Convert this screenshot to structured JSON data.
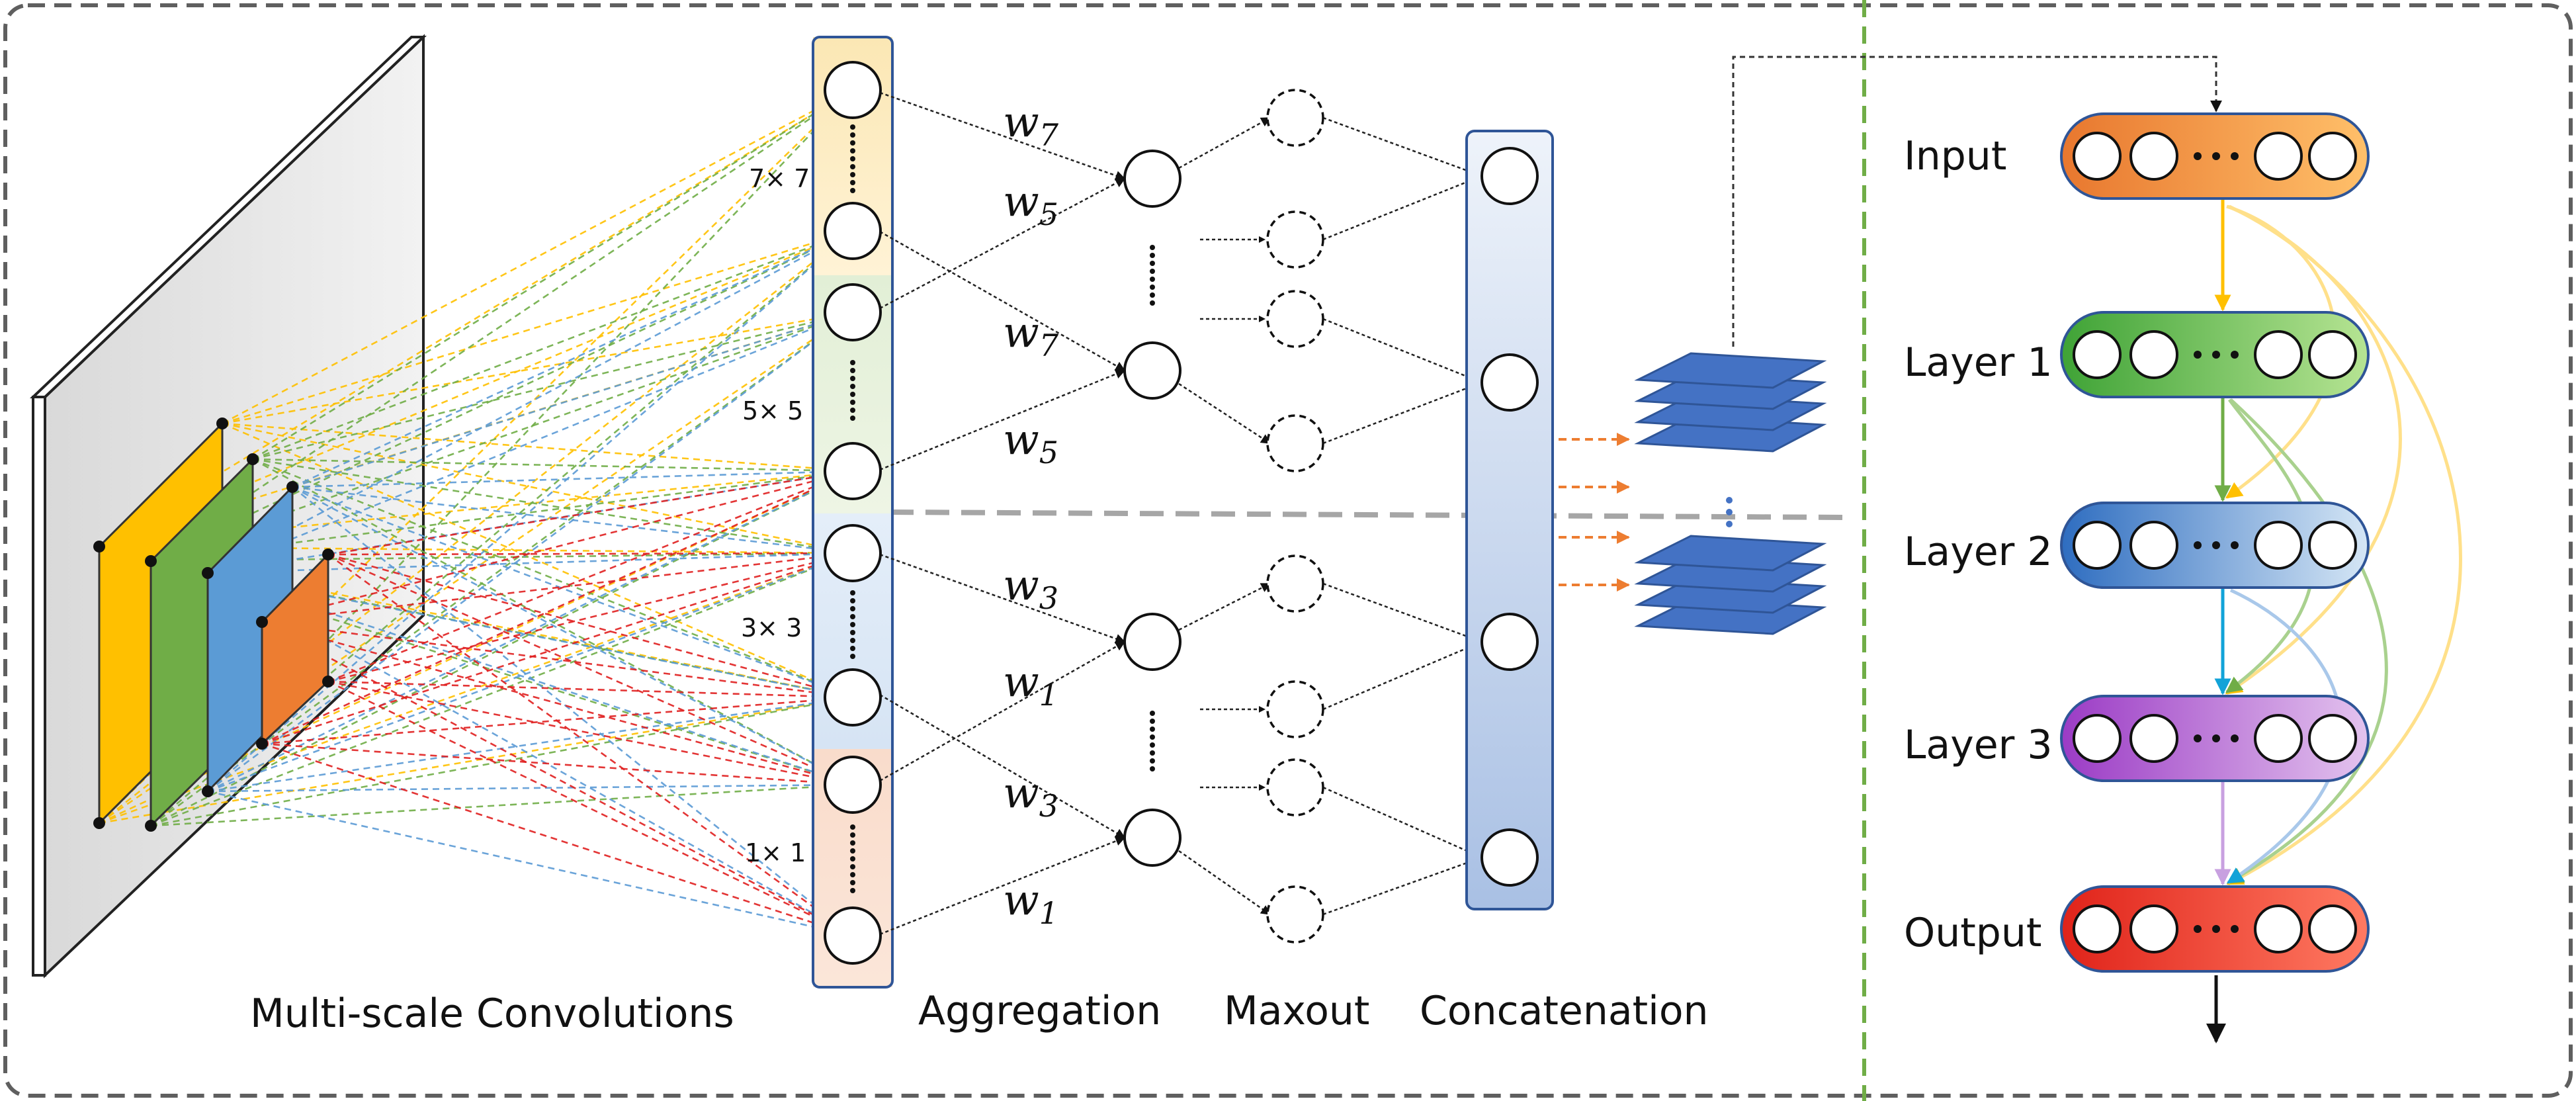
{
  "captions": {
    "multiscale": "Multi-scale Convolutions",
    "aggregation": "Aggregation",
    "maxout": "Maxout",
    "concatenation": "Concatenation"
  },
  "kernel_labels": [
    "7× 7",
    "5× 5",
    "3× 3",
    "1× 1"
  ],
  "weights": [
    {
      "sym": "w",
      "sub": "7"
    },
    {
      "sym": "w",
      "sub": "5"
    },
    {
      "sym": "w",
      "sub": "7"
    },
    {
      "sym": "w",
      "sub": "5"
    },
    {
      "sym": "w",
      "sub": "3"
    },
    {
      "sym": "w",
      "sub": "1"
    },
    {
      "sym": "w",
      "sub": "3"
    },
    {
      "sym": "w",
      "sub": "1"
    }
  ],
  "dense_block": {
    "layers": [
      {
        "label": "Input",
        "color_from": "#E8772E",
        "color_to": "#FFC06A"
      },
      {
        "label": "Layer 1",
        "color_from": "#3FA336",
        "color_to": "#B6E493"
      },
      {
        "label": "Layer 2",
        "color_from": "#2E6DC0",
        "color_to": "#D5E6F5"
      },
      {
        "label": "Layer 3",
        "color_from": "#9B3BC5",
        "color_to": "#E3C3EE"
      },
      {
        "label": "Output",
        "color_from": "#E0231A",
        "color_to": "#FF7A62"
      }
    ]
  },
  "colors": {
    "yellow": "#FFC000",
    "green": "#70AD47",
    "blue": "#5B9BD5",
    "orange": "#ED7D31",
    "red": "#E02020",
    "dash_border": "#5F5F5F",
    "divider": "#70AD47",
    "sep_line": "#A6A6A6"
  }
}
